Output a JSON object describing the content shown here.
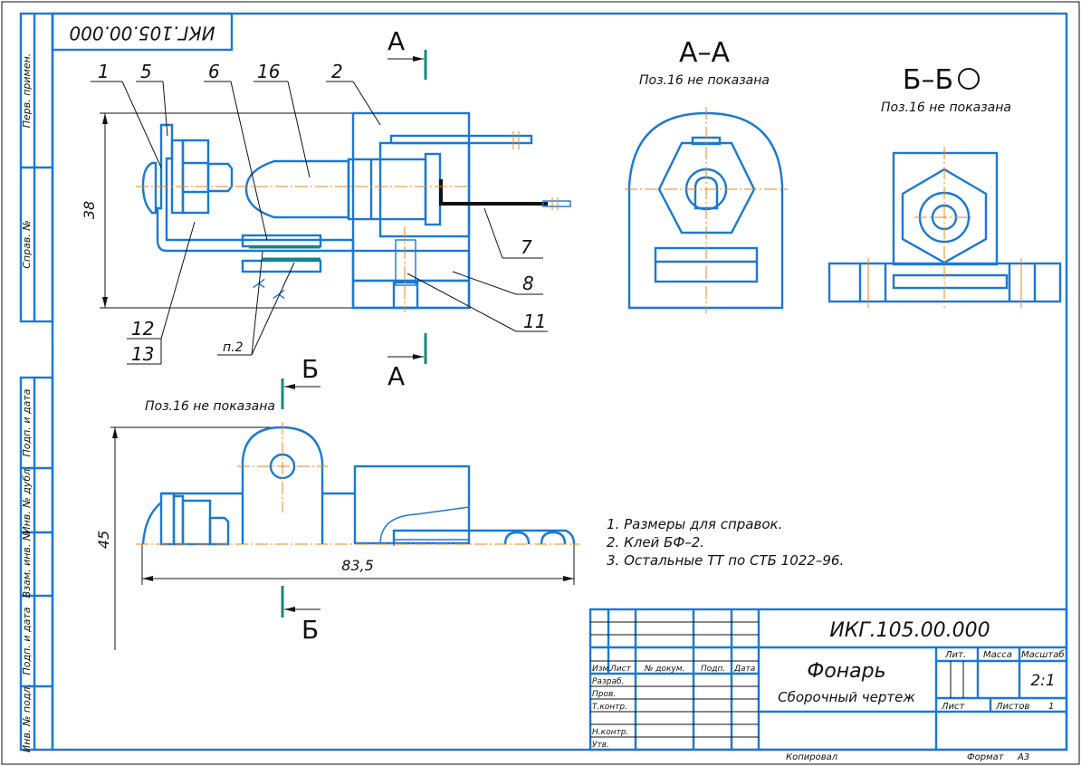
{
  "drawing": {
    "designation": "ИКГ.105.00.000",
    "designation_mirrored": "ИКГ.105.00.000",
    "name": "Фонарь",
    "doc_type": "Сборочный чертеж",
    "scale": "2:1",
    "sheets_label": "Листов",
    "sheets_count": "1",
    "sheet_label": "Лист",
    "lit_label": "Лит.",
    "mass_label": "Масса",
    "scale_label": "Масштаб",
    "copied_label": "Копировал",
    "format_label": "Формат",
    "format_value": "А3"
  },
  "title_block": {
    "headers": [
      "Изм.",
      "Лист",
      "№ докум.",
      "Подп.",
      "Дата"
    ],
    "roles": [
      "Разраб.",
      "Пров.",
      "Т.контр.",
      "",
      "Н.контр.",
      "Утв."
    ]
  },
  "side_stamps": {
    "top": [
      "Перв. примен.",
      "Справ. №"
    ],
    "bottom": [
      "Подп. и дата",
      "Инв. № дубл.",
      "Взам. инв. №",
      "Подп. и дата",
      "Инв. № подл."
    ]
  },
  "views": {
    "section_aa": {
      "title": "А–А",
      "note": "Поз.16 не показана"
    },
    "section_bb": {
      "title": "Б–Б",
      "note": "Поз.16 не показана"
    },
    "front_note": "Поз.16 не показана",
    "cut_a": "А",
    "cut_b": "Б"
  },
  "position_labels": [
    "1",
    "5",
    "6",
    "16",
    "2",
    "7",
    "8",
    "11",
    "12",
    "13",
    "п.2"
  ],
  "dimensions": {
    "height_main": "38",
    "height_front": "45",
    "length_front": "83,5"
  },
  "notes": [
    "1. Размеры для справок.",
    "2. Клей БФ–2.",
    "3. Остальные ТТ по СТБ 1022–96."
  ],
  "colors": {
    "outline": "#1a78d4",
    "centerline": "#e8871c",
    "cut_line": "#13897a",
    "text": "#111111"
  }
}
